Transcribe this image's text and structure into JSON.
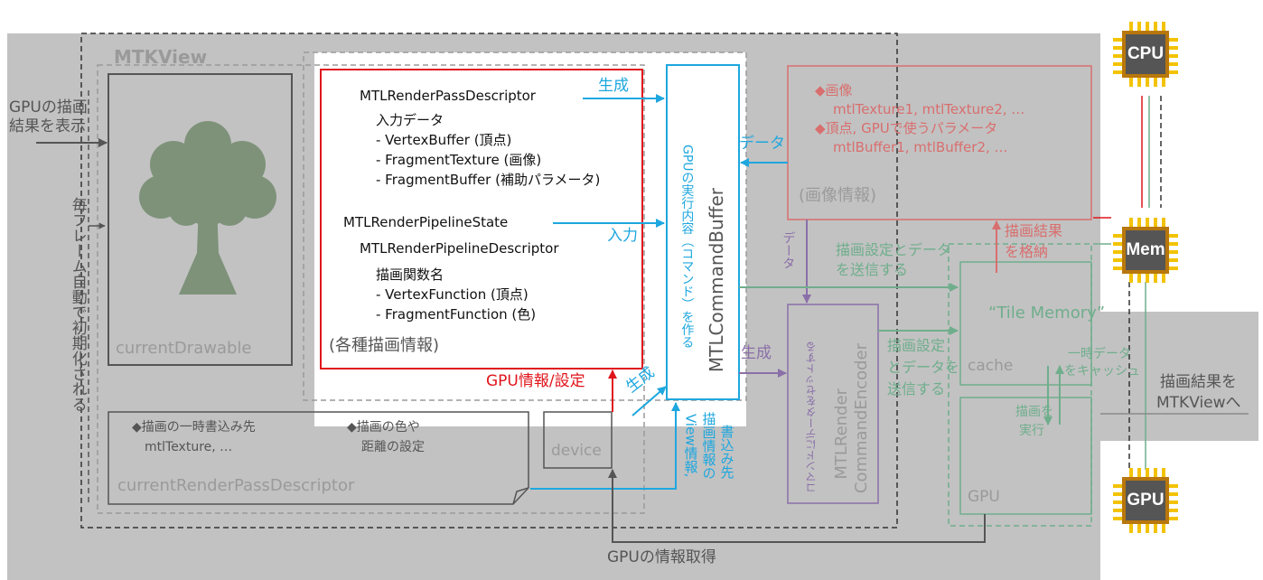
{
  "colors": {
    "panel_grey": "#c2c2c2",
    "red": "#e0151b",
    "blue": "#1ea7df",
    "green": "#6fae8c",
    "purple": "#8a6fa8",
    "salmon": "#d96e6e",
    "dark": "#333333",
    "muted": "#9a9a9a",
    "tree": "#7e927a",
    "chip_body": "#555555",
    "chip_pin": "#f3c300",
    "chip_ring": "#b8770c"
  },
  "mtkview": {
    "title": "MTKView"
  },
  "left": {
    "display_label_1": "GPUの描画",
    "display_label_2": "結果を表示",
    "init_label": "毎フレーム自動で初期化される"
  },
  "drawable": {
    "label": "currentDrawable",
    "icon": "tree-icon"
  },
  "rpd_box": {
    "bullet1_line1": "◆描画の一時書込み先",
    "bullet1_line2": "mtlTexture, …",
    "bullet2_line1": "◆描画の色や",
    "bullet2_line2": "距離の設定",
    "label": "currentRenderPassDescriptor"
  },
  "device": {
    "label": "device"
  },
  "render_info": {
    "pass_descriptor": "MTLRenderPassDescriptor",
    "input_data": "入力データ",
    "vertex_buffer": "- VertexBuffer (頂点)",
    "fragment_texture": "- FragmentTexture (画像)",
    "fragment_buffer": "- FragmentBuffer (補助パラメータ)",
    "pipeline_state": "MTLRenderPipelineState",
    "pipeline_descriptor": "MTLRenderPipelineDescriptor",
    "function_names": "描画関数名",
    "vertex_function": "- VertexFunction (頂点)",
    "fragment_function": "- FragmentFunction (色)",
    "caption": "(各種描画情報)"
  },
  "arrows": {
    "generate": "生成",
    "input": "入力",
    "gpu_info_settings": "GPU情報/設定",
    "generate_device": "生成",
    "data_image": "データ",
    "data_encoder": "データ",
    "generate_encoder": "生成",
    "send_settings_1": "描画設定とデータ",
    "send_settings_2": "を送信する",
    "encoder_send_1": "描画設定",
    "encoder_send_2": "とデータを",
    "encoder_send_3": "送信する",
    "store_result_1": "描画結果",
    "store_result_2": "を格納",
    "cache_temp_1": "一時データ",
    "cache_temp_2": "をキャッシュ",
    "execute_1": "描画を",
    "execute_2": "実行",
    "to_mtkview_1": "描画結果を",
    "to_mtkview_2": "MTKViewへ",
    "gpu_info_get": "GPUの情報取得",
    "view_info_1": "View情報,",
    "view_info_2": "描画情報の",
    "view_info_3": "書込み先"
  },
  "command_buffer": {
    "label": "MTLCommandBuffer",
    "sub": "GPUの実行内容（コマンド）を作る"
  },
  "encoder": {
    "line1": "MTLRender",
    "line2": "CommandEncoder",
    "sub": "コマンドにデータをセットする"
  },
  "image_info": {
    "bullet1": "◆画像",
    "textures": "mtlTexture1, mtlTexture2, …",
    "bullet2": "◆頂点, GPUで使うパラメータ",
    "buffers": "mtlBuffer1, mtlBuffer2, …",
    "caption": "(画像情報)"
  },
  "gpu_side": {
    "tile_memory": "“Tile Memory”",
    "cache": "cache",
    "gpu": "GPU"
  },
  "chips": {
    "cpu": "CPU",
    "mem": "Mem",
    "gpu": "GPU"
  }
}
